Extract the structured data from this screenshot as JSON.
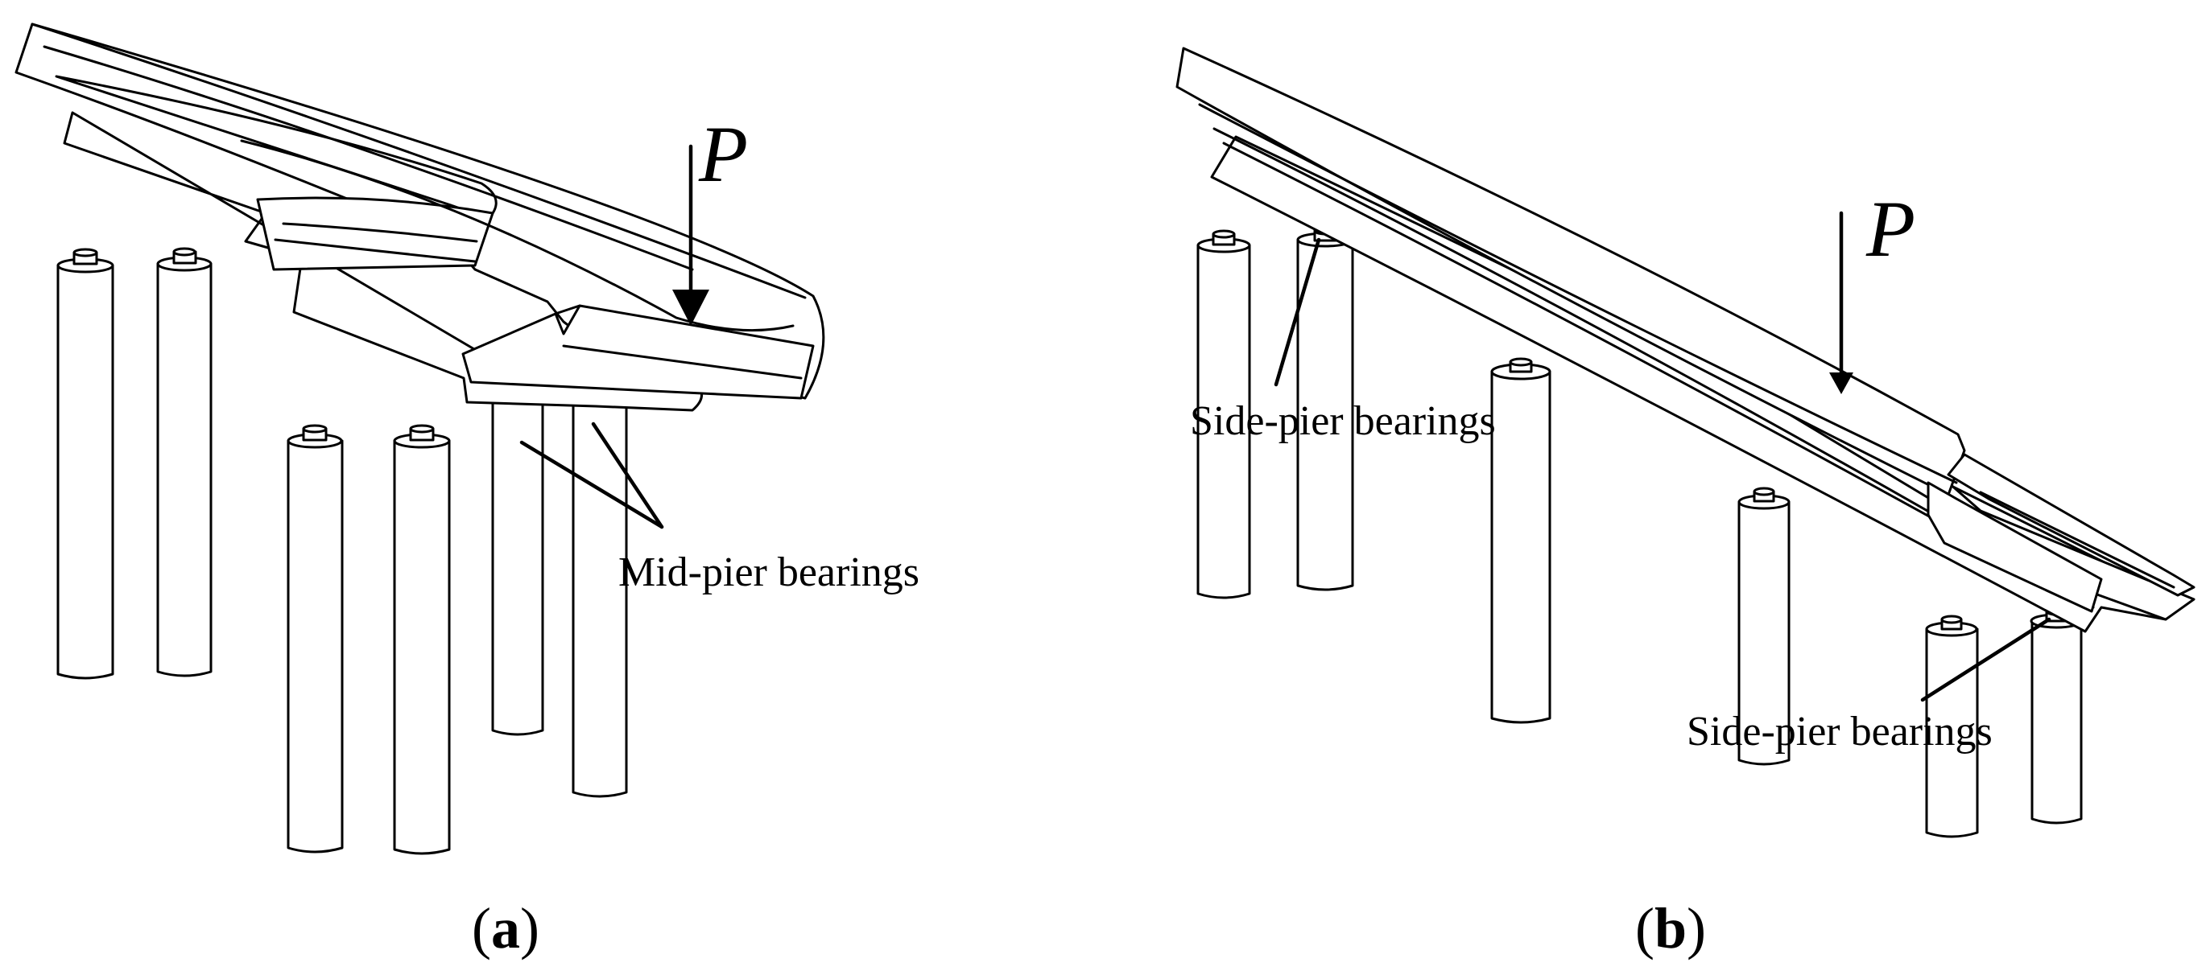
{
  "panel_a": {
    "load_label": "P",
    "bearing_label": "Mid-pier bearings",
    "caption_open": "(",
    "caption_letter": "a",
    "caption_close": ")"
  },
  "panel_b": {
    "load_label": "P",
    "bearing_label_top": "Side-pier bearings",
    "bearing_label_bottom": "Side-pier bearings",
    "caption_open": "(",
    "caption_letter": "b",
    "caption_close": ")"
  }
}
